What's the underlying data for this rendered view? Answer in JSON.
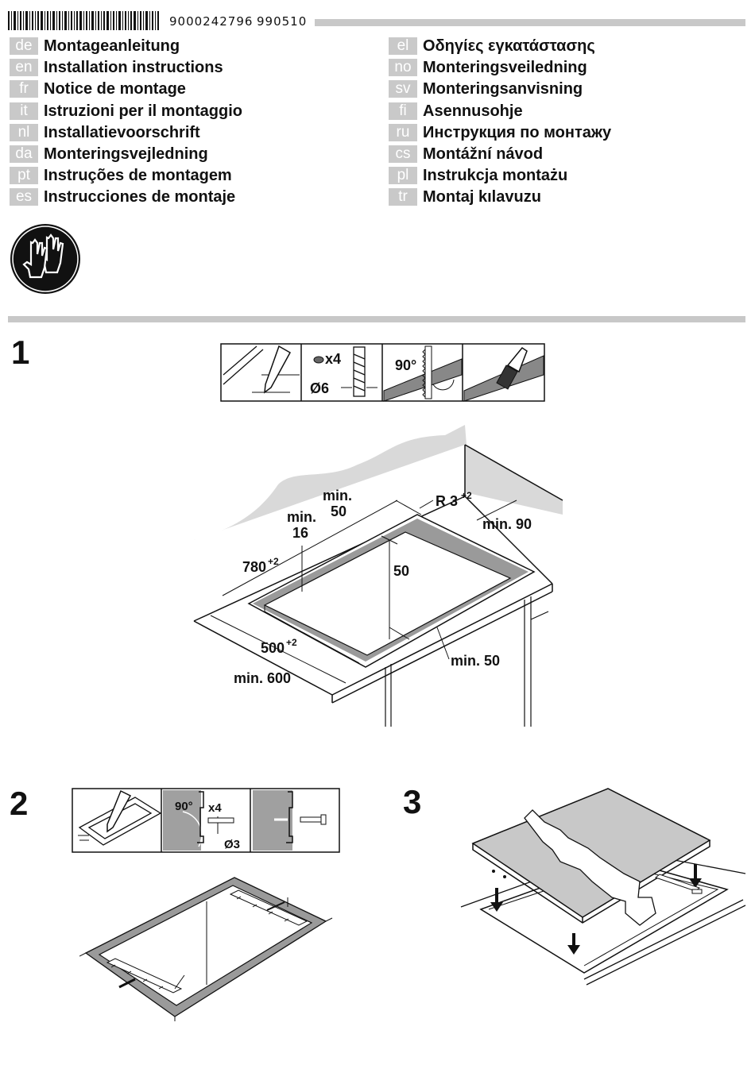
{
  "header": {
    "doc_number": "9000242796",
    "doc_date": "990510"
  },
  "languages_left": [
    {
      "code": "de",
      "title": "Montageanleitung"
    },
    {
      "code": "en",
      "title": "Installation instructions"
    },
    {
      "code": "fr",
      "title": "Notice de montage"
    },
    {
      "code": "it",
      "title": "Istruzioni per il montaggio"
    },
    {
      "code": "nl",
      "title": "Installatievoorschrift"
    },
    {
      "code": "da",
      "title": "Monteringsvejledning"
    },
    {
      "code": "pt",
      "title": "Instruções de montagem"
    },
    {
      "code": "es",
      "title": "Instrucciones de montaje"
    }
  ],
  "languages_right": [
    {
      "code": "el",
      "title": "Οδηγίες εγκατάστασης"
    },
    {
      "code": "no",
      "title": "Monteringsveiledning"
    },
    {
      "code": "sv",
      "title": "Monteringsanvisning"
    },
    {
      "code": "fi",
      "title": "Asennusohje"
    },
    {
      "code": "ru",
      "title": "Инструкция по монтажу"
    },
    {
      "code": "cs",
      "title": "Montážní návod"
    },
    {
      "code": "pl",
      "title": "Instrukcja montażu"
    },
    {
      "code": "tr",
      "title": "Montaj kılavuzu"
    }
  ],
  "icons": {
    "gloves": "gloves-safety-icon"
  },
  "step1": {
    "number": "1",
    "tools": {
      "screws_count": "x4",
      "drill_diameter": "Ø6",
      "angle": "90°"
    },
    "dims": {
      "min50_top_a": "min.",
      "min50_top_b": "50",
      "min16_a": "min.",
      "min16_b": "16",
      "radius": "R 3",
      "radius_sup": "+2",
      "min90": "min. 90",
      "width": "780",
      "width_sup": "+2",
      "inner50": "50",
      "depth": "500",
      "depth_sup": "+2",
      "min50_front": "min. 50",
      "min600": "min. 600"
    }
  },
  "step2": {
    "number": "2",
    "tools": {
      "angle": "90°",
      "screws_count": "x4",
      "drill_diameter": "Ø3"
    }
  },
  "step3": {
    "number": "3"
  },
  "colors": {
    "header_bar": "#c8c8c8",
    "lang_code_bg": "#c9c9c9",
    "wall": "#d9d9d9",
    "hob": "#c8c8c8"
  }
}
